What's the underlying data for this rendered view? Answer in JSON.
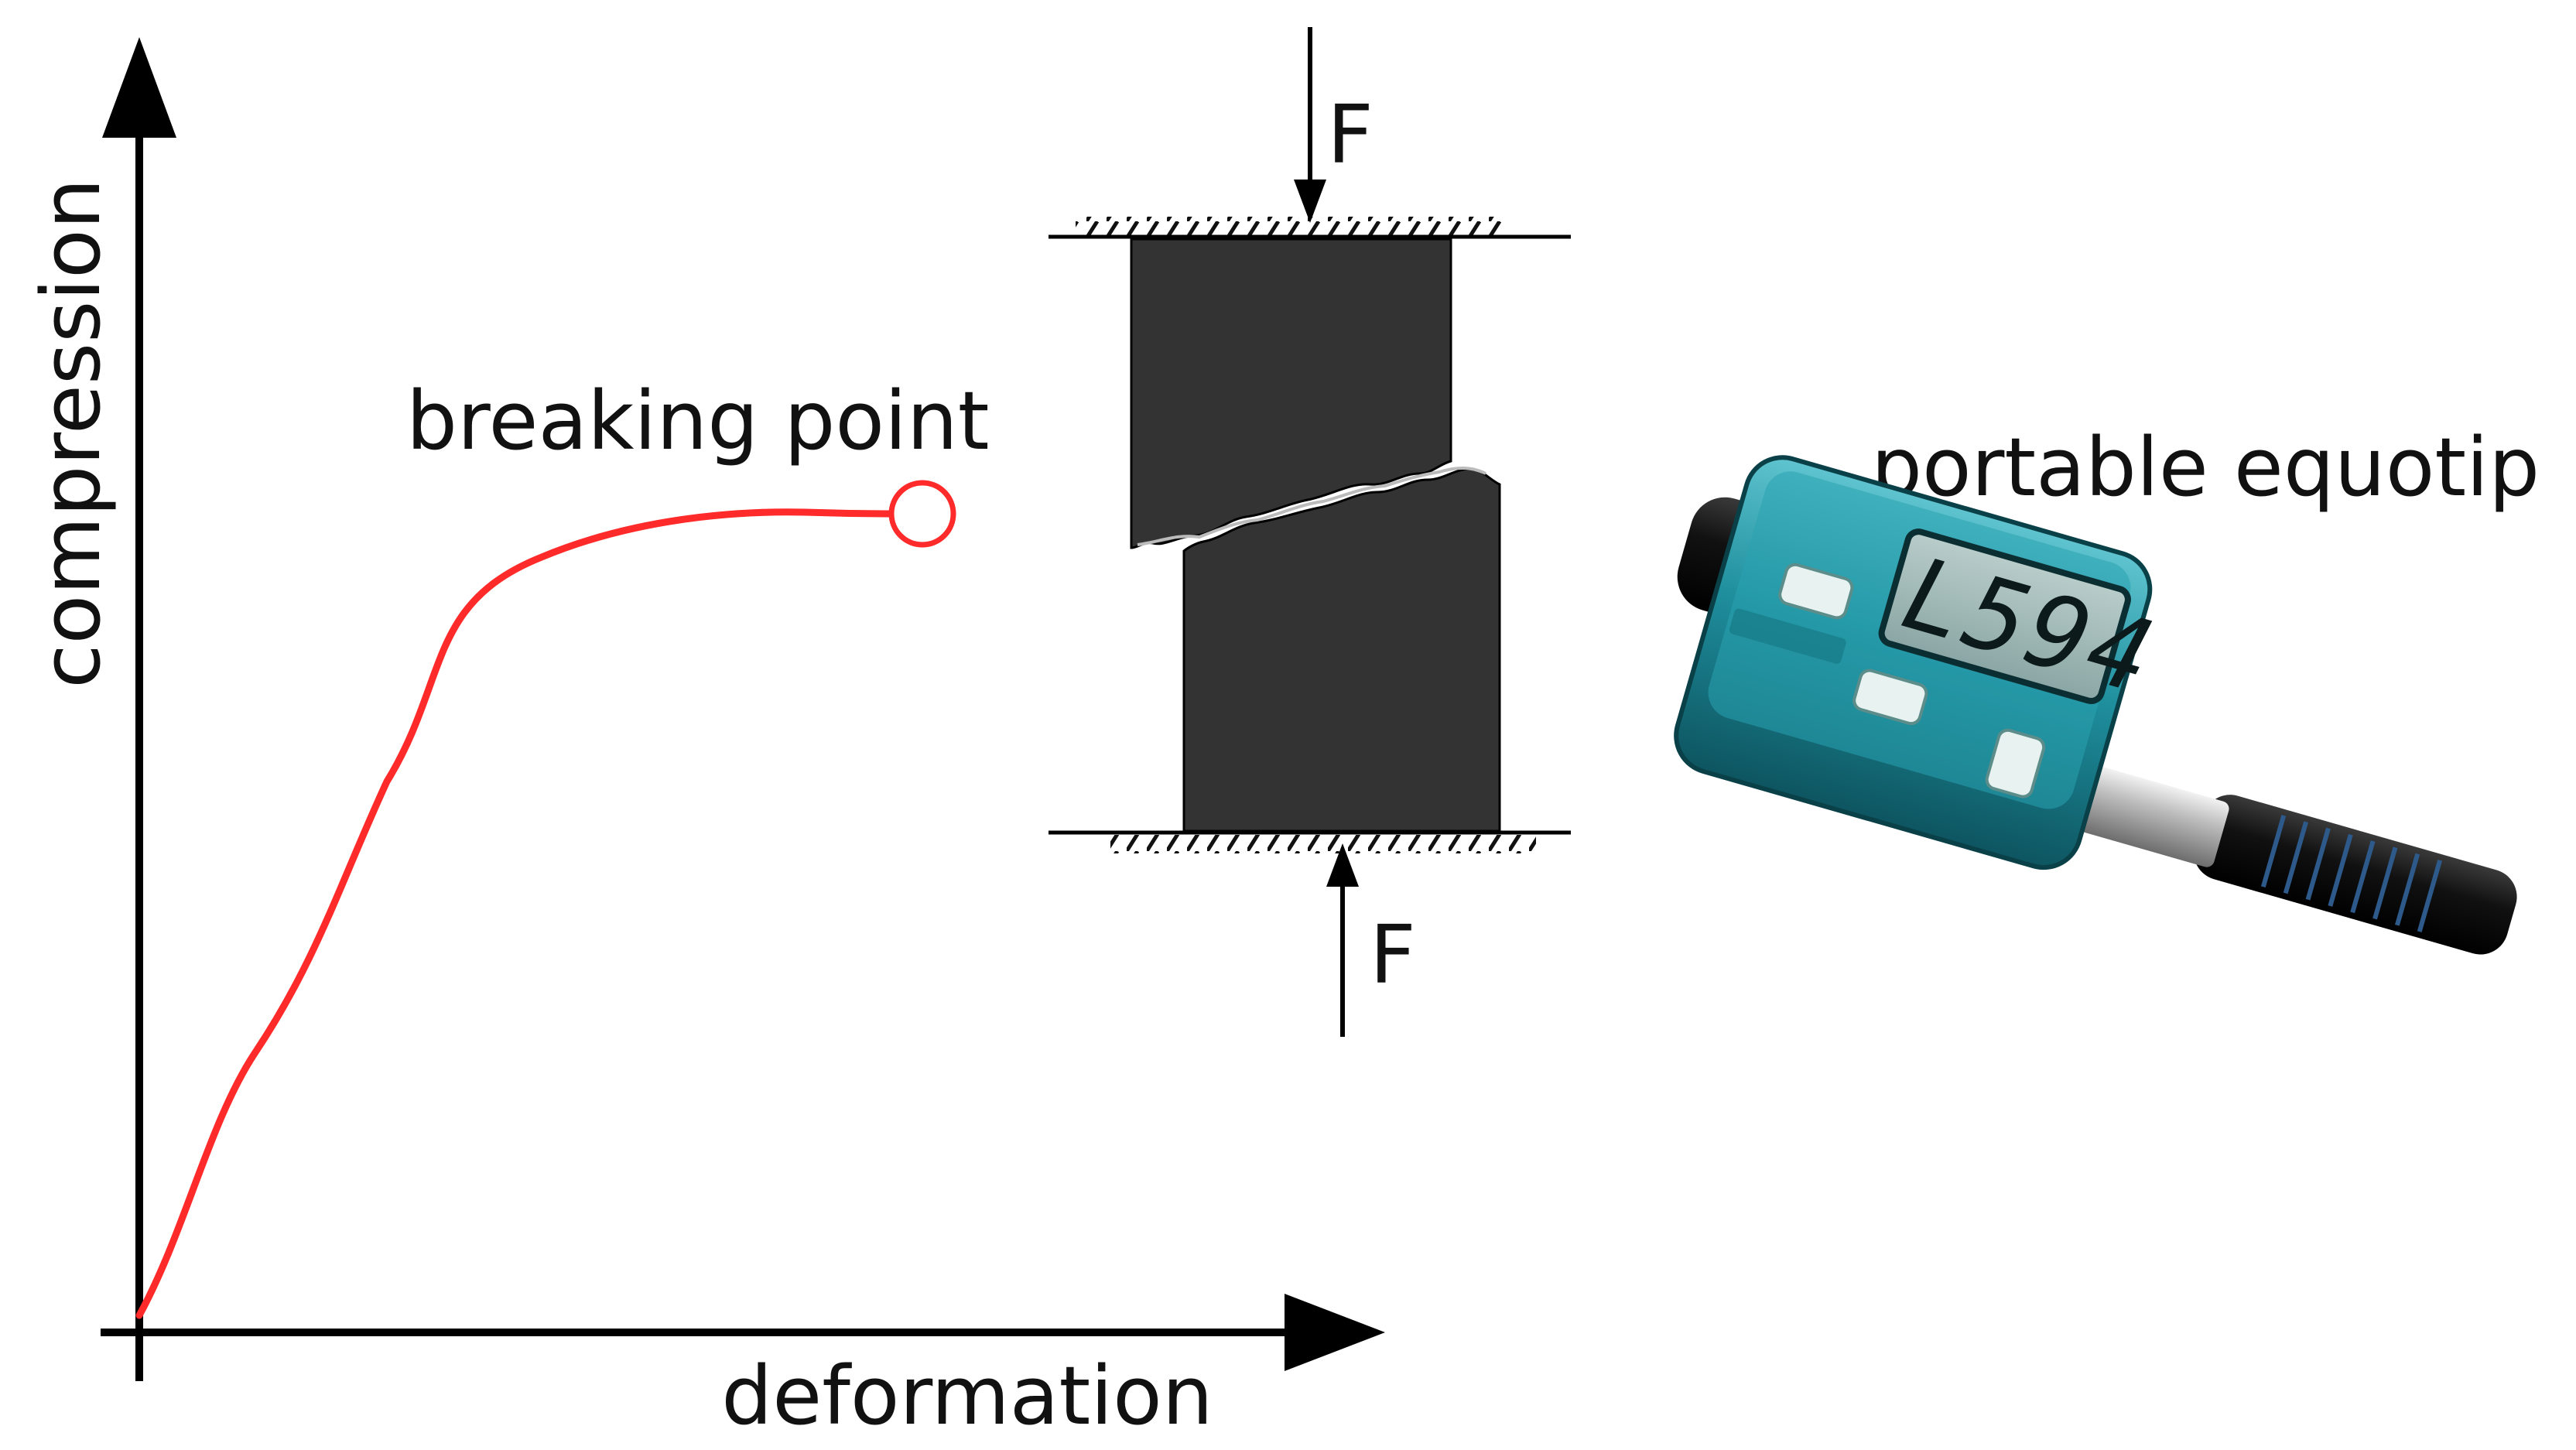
{
  "graph": {
    "y_axis_label": "compression",
    "x_axis_label": "deformation",
    "curve_annotation": "breaking point",
    "curve_color": "#ff2a2a",
    "axis_color": "#000000"
  },
  "compression_test": {
    "top_force_label": "F",
    "bottom_force_label": "F",
    "specimen_color": "#333333"
  },
  "device": {
    "label": "portable equotip",
    "display_reading": "L594",
    "body_color": "#1f8f9e",
    "screen_color": "#9fb7b5"
  }
}
